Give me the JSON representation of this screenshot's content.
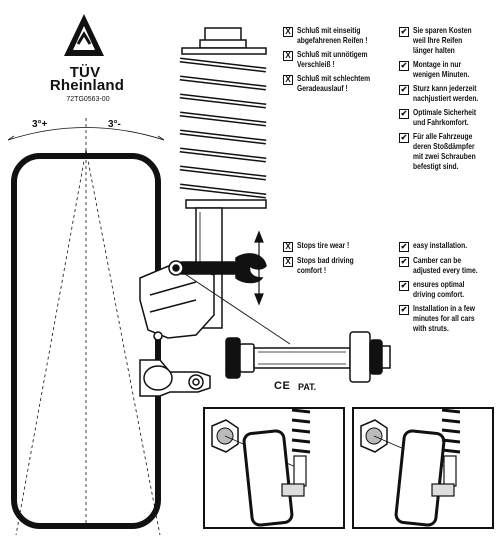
{
  "logo": {
    "brand": "TÜV",
    "name": "Rheinland",
    "code": "72TG0563-00"
  },
  "camber": {
    "left": "3°+",
    "right": "3°-"
  },
  "german_problems": [
    {
      "mark": "X",
      "text": "Schluß mit einseitig\nabgefahrenen Reifen !"
    },
    {
      "mark": "X",
      "text": "Schluß mit unnötigem\nVerschleiß !"
    },
    {
      "mark": "X",
      "text": "Schluß mit schlechtem\nGeradeauslauf !"
    }
  ],
  "german_benefits": [
    {
      "mark": "✔",
      "text": "Sie sparen Kosten\nweil Ihre Reifen\nlänger halten"
    },
    {
      "mark": "✔",
      "text": "Montage in nur\nwenigen Minuten."
    },
    {
      "mark": "✔",
      "text": "Sturz kann jederzeit\nnachjustiert werden."
    },
    {
      "mark": "✔",
      "text": "Optimale Sicherheit\nund Fahrkomfort."
    },
    {
      "mark": "✔",
      "text": "Für alle Fahrzeuge\nderen Stoßdämpfer\nmit zwei Schrauben\nbefestigt sind."
    }
  ],
  "english_problems": [
    {
      "mark": "X",
      "text": "Stops tire wear !"
    },
    {
      "mark": "X",
      "text": "Stops bad driving\ncomfort !"
    }
  ],
  "english_benefits": [
    {
      "mark": "✔",
      "text": "easy installation."
    },
    {
      "mark": "✔",
      "text": "Camber can be\nadjusted every time."
    },
    {
      "mark": "✔",
      "text": "ensures optimal\ndriving comfort."
    },
    {
      "mark": "✔",
      "text": "Installation in a few\nminutes for all cars\nwith struts."
    }
  ],
  "certification": {
    "ce": "CE",
    "pat": "PAT."
  }
}
